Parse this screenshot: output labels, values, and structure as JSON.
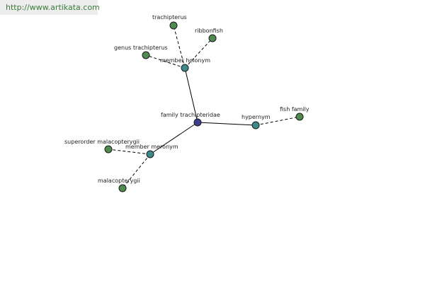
{
  "banner": {
    "url_text": "http://www.artikata.com"
  },
  "colors": {
    "central": "#3a3f8f",
    "relation": "#3e8a8a",
    "leaf": "#4f8a4f",
    "banner_link": "#3a7a3a"
  },
  "nodes": {
    "family_trachipteridae": {
      "label": "family trachipteridae",
      "kind": "central"
    },
    "member_holonym": {
      "label": "member holonym",
      "kind": "relation"
    },
    "hypernym": {
      "label": "hypernym",
      "kind": "relation"
    },
    "member_meronym": {
      "label": "member meronym",
      "kind": "relation"
    },
    "trachipterus": {
      "label": "trachipterus",
      "kind": "leaf"
    },
    "ribbonfish": {
      "label": "ribbonfish",
      "kind": "leaf"
    },
    "genus_trachipterus": {
      "label": "genus trachipterus",
      "kind": "leaf"
    },
    "fish_family": {
      "label": "fish family",
      "kind": "leaf"
    },
    "superorder_malacopterygii": {
      "label": "superorder malacopterygii",
      "kind": "leaf"
    },
    "malacopterygii": {
      "label": "malacopterygii",
      "kind": "leaf"
    }
  }
}
